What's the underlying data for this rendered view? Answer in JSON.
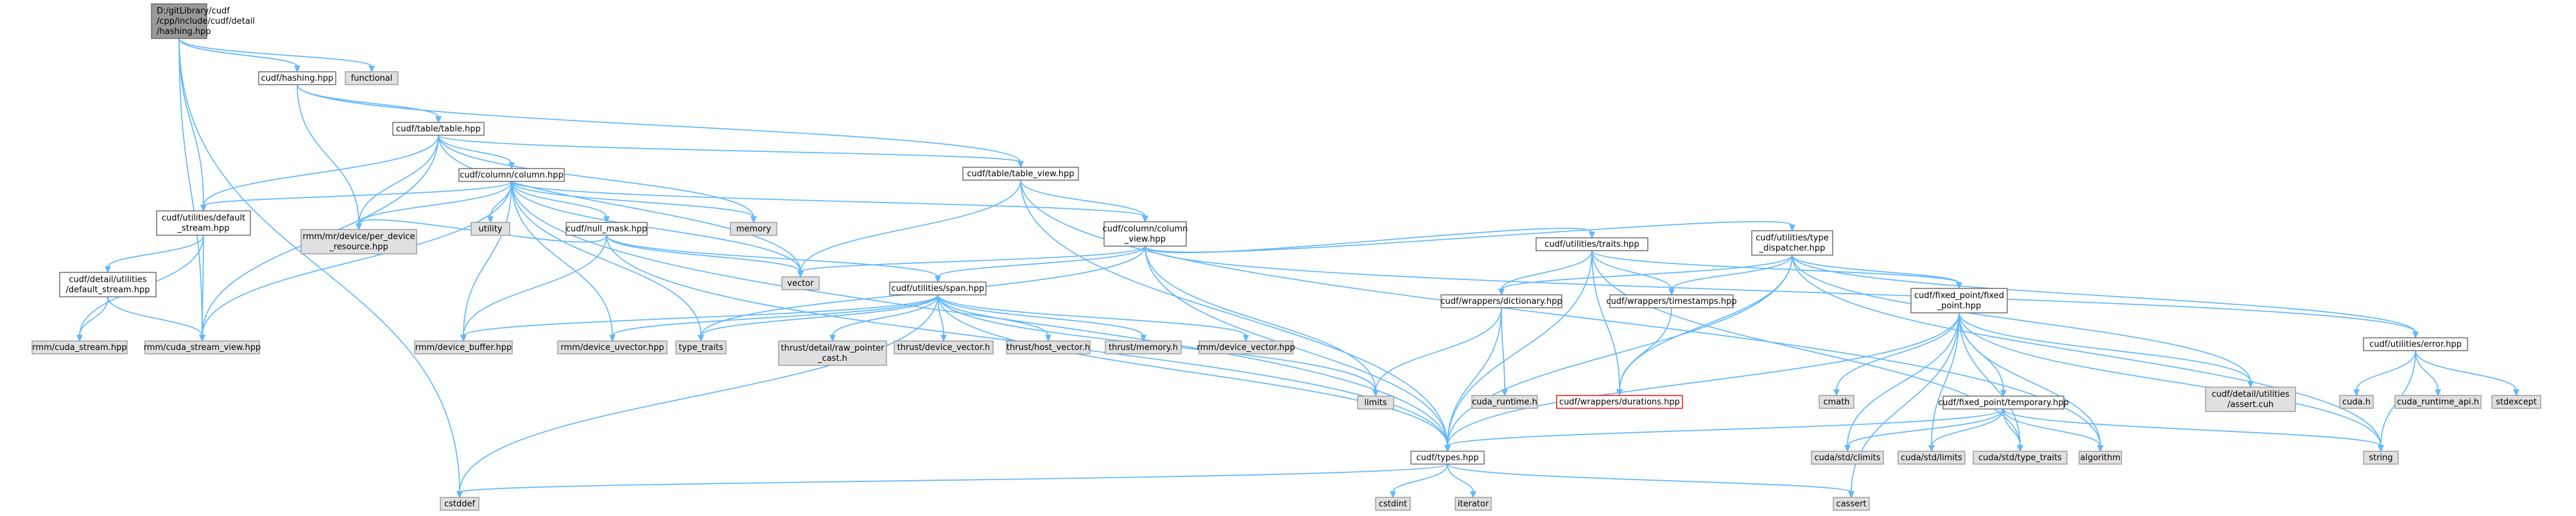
{
  "diagram": {
    "colors": {
      "edge": "#63b8ff",
      "root_fill": "#999999",
      "root_border": "#666666",
      "file_fill": "#ffffff",
      "file_border": "#666666",
      "missing_fill": "#e0e0e0",
      "missing_border": "#999999",
      "truncated_border": "#ff0000",
      "text": "#000000"
    },
    "nodes": [
      {
        "id": "root",
        "lines": [
          "D:/gitLibrary/cudf",
          "/cpp/include/cudf/detail",
          "/hashing.hpp"
        ],
        "kind": "root"
      },
      {
        "id": "hashing",
        "lines": [
          "cudf/hashing.hpp"
        ],
        "kind": "file"
      },
      {
        "id": "functional",
        "lines": [
          "functional"
        ],
        "kind": "missing"
      },
      {
        "id": "table",
        "lines": [
          "cudf/table/table.hpp"
        ],
        "kind": "file"
      },
      {
        "id": "column",
        "lines": [
          "cudf/column/column.hpp"
        ],
        "kind": "file"
      },
      {
        "id": "default_stream",
        "lines": [
          "cudf/utilities/default",
          "_stream.hpp"
        ],
        "kind": "file"
      },
      {
        "id": "detail_default_stream",
        "lines": [
          "cudf/detail/utilities",
          "/default_stream.hpp"
        ],
        "kind": "file"
      },
      {
        "id": "cuda_stream",
        "lines": [
          "rmm/cuda_stream.hpp"
        ],
        "kind": "missing"
      },
      {
        "id": "cuda_stream_view",
        "lines": [
          "rmm/cuda_stream_view.hpp"
        ],
        "kind": "missing"
      },
      {
        "id": "per_device",
        "lines": [
          "rmm/mr/device/per_device",
          "_resource.hpp"
        ],
        "kind": "missing"
      },
      {
        "id": "utility",
        "lines": [
          "utility"
        ],
        "kind": "missing"
      },
      {
        "id": "memory",
        "lines": [
          "memory"
        ],
        "kind": "missing"
      },
      {
        "id": "null_mask",
        "lines": [
          "cudf/null_mask.hpp"
        ],
        "kind": "file"
      },
      {
        "id": "vector",
        "lines": [
          "vector"
        ],
        "kind": "missing"
      },
      {
        "id": "table_view",
        "lines": [
          "cudf/table/table_view.hpp"
        ],
        "kind": "file"
      },
      {
        "id": "column_view",
        "lines": [
          "cudf/column/column",
          "_view.hpp"
        ],
        "kind": "file"
      },
      {
        "id": "span",
        "lines": [
          "cudf/utilities/span.hpp"
        ],
        "kind": "file"
      },
      {
        "id": "device_buffer",
        "lines": [
          "rmm/device_buffer.hpp"
        ],
        "kind": "missing"
      },
      {
        "id": "device_uvector",
        "lines": [
          "rmm/device_uvector.hpp"
        ],
        "kind": "missing"
      },
      {
        "id": "type_traits",
        "lines": [
          "type_traits"
        ],
        "kind": "missing"
      },
      {
        "id": "raw_pointer_cast",
        "lines": [
          "thrust/detail/raw_pointer",
          "_cast.h"
        ],
        "kind": "missing"
      },
      {
        "id": "thrust_device_vector",
        "lines": [
          "thrust/device_vector.h"
        ],
        "kind": "missing"
      },
      {
        "id": "thrust_host_vector",
        "lines": [
          "thrust/host_vector.h"
        ],
        "kind": "missing"
      },
      {
        "id": "thrust_memory",
        "lines": [
          "thrust/memory.h"
        ],
        "kind": "missing"
      },
      {
        "id": "rmm_device_vector",
        "lines": [
          "rmm/device_vector.hpp"
        ],
        "kind": "missing"
      },
      {
        "id": "traits",
        "lines": [
          "cudf/utilities/traits.hpp"
        ],
        "kind": "file"
      },
      {
        "id": "type_dispatcher",
        "lines": [
          "cudf/utilities/type",
          "_dispatcher.hpp"
        ],
        "kind": "file"
      },
      {
        "id": "dictionary",
        "lines": [
          "cudf/wrappers/dictionary.hpp"
        ],
        "kind": "file"
      },
      {
        "id": "timestamps",
        "lines": [
          "cudf/wrappers/timestamps.hpp"
        ],
        "kind": "file"
      },
      {
        "id": "fixed_point",
        "lines": [
          "cudf/fixed_point/fixed",
          "_point.hpp"
        ],
        "kind": "file"
      },
      {
        "id": "error",
        "lines": [
          "cudf/utilities/error.hpp"
        ],
        "kind": "file"
      },
      {
        "id": "limits",
        "lines": [
          "limits"
        ],
        "kind": "missing"
      },
      {
        "id": "cuda_runtime",
        "lines": [
          "cuda_runtime.h"
        ],
        "kind": "missing"
      },
      {
        "id": "durations",
        "lines": [
          "cudf/wrappers/durations.hpp"
        ],
        "kind": "truncated"
      },
      {
        "id": "cmath",
        "lines": [
          "cmath"
        ],
        "kind": "missing"
      },
      {
        "id": "temporary",
        "lines": [
          "cudf/fixed_point/temporary.hpp"
        ],
        "kind": "file"
      },
      {
        "id": "assert_cuh",
        "lines": [
          "cudf/detail/utilities",
          "/assert.cuh"
        ],
        "kind": "missing"
      },
      {
        "id": "cuda_h",
        "lines": [
          "cuda.h"
        ],
        "kind": "missing"
      },
      {
        "id": "cuda_runtime_api",
        "lines": [
          "cuda_runtime_api.h"
        ],
        "kind": "missing"
      },
      {
        "id": "stdexcept",
        "lines": [
          "stdexcept"
        ],
        "kind": "missing"
      },
      {
        "id": "types",
        "lines": [
          "cudf/types.hpp"
        ],
        "kind": "file"
      },
      {
        "id": "climits",
        "lines": [
          "cuda/std/climits"
        ],
        "kind": "missing"
      },
      {
        "id": "std_limits",
        "lines": [
          "cuda/std/limits"
        ],
        "kind": "missing"
      },
      {
        "id": "std_type_traits",
        "lines": [
          "cuda/std/type_traits"
        ],
        "kind": "missing"
      },
      {
        "id": "algorithm",
        "lines": [
          "algorithm"
        ],
        "kind": "missing"
      },
      {
        "id": "string",
        "lines": [
          "string"
        ],
        "kind": "missing"
      },
      {
        "id": "cstddef",
        "lines": [
          "cstddef"
        ],
        "kind": "missing"
      },
      {
        "id": "cstdint",
        "lines": [
          "cstdint"
        ],
        "kind": "missing"
      },
      {
        "id": "iterator",
        "lines": [
          "iterator"
        ],
        "kind": "missing"
      },
      {
        "id": "cassert",
        "lines": [
          "cassert"
        ],
        "kind": "missing"
      }
    ],
    "edges": [
      [
        "root",
        "hashing"
      ],
      [
        "root",
        "functional"
      ],
      [
        "root",
        "default_stream"
      ],
      [
        "root",
        "cuda_stream_view"
      ],
      [
        "root",
        "cstddef"
      ],
      [
        "hashing",
        "table"
      ],
      [
        "hashing",
        "table_view"
      ],
      [
        "hashing",
        "per_device"
      ],
      [
        "table",
        "column"
      ],
      [
        "table",
        "table_view"
      ],
      [
        "table",
        "default_stream"
      ],
      [
        "table",
        "per_device"
      ],
      [
        "table",
        "cuda_stream_view"
      ],
      [
        "table",
        "memory"
      ],
      [
        "table",
        "vector"
      ],
      [
        "column",
        "column_view"
      ],
      [
        "column",
        "null_mask"
      ],
      [
        "column",
        "types"
      ],
      [
        "column",
        "default_stream"
      ],
      [
        "column",
        "device_buffer"
      ],
      [
        "column",
        "device_uvector"
      ],
      [
        "column",
        "per_device"
      ],
      [
        "column",
        "cuda_stream_view"
      ],
      [
        "column",
        "memory"
      ],
      [
        "column",
        "type_traits"
      ],
      [
        "column",
        "utility"
      ],
      [
        "column",
        "vector"
      ],
      [
        "default_stream",
        "detail_default_stream"
      ],
      [
        "default_stream",
        "cuda_stream"
      ],
      [
        "default_stream",
        "cuda_stream_view"
      ],
      [
        "detail_default_stream",
        "cuda_stream"
      ],
      [
        "detail_default_stream",
        "cuda_stream_view"
      ],
      [
        "null_mask",
        "span"
      ],
      [
        "null_mask",
        "types"
      ],
      [
        "null_mask",
        "device_buffer"
      ],
      [
        "null_mask",
        "per_device"
      ],
      [
        "null_mask",
        "vector"
      ],
      [
        "table_view",
        "column_view"
      ],
      [
        "table_view",
        "types"
      ],
      [
        "table_view",
        "vector"
      ],
      [
        "table_view",
        "algorithm"
      ],
      [
        "column_view",
        "span"
      ],
      [
        "column_view",
        "types"
      ],
      [
        "column_view",
        "traits"
      ],
      [
        "column_view",
        "type_dispatcher"
      ],
      [
        "column_view",
        "error"
      ],
      [
        "column_view",
        "limits"
      ],
      [
        "column_view",
        "type_traits"
      ],
      [
        "column_view",
        "vector"
      ],
      [
        "span",
        "types"
      ],
      [
        "span",
        "device_buffer"
      ],
      [
        "span",
        "device_uvector"
      ],
      [
        "span",
        "type_traits"
      ],
      [
        "span",
        "raw_pointer_cast"
      ],
      [
        "span",
        "thrust_device_vector"
      ],
      [
        "span",
        "thrust_host_vector"
      ],
      [
        "span",
        "thrust_memory"
      ],
      [
        "span",
        "rmm_device_vector"
      ],
      [
        "span",
        "cstddef"
      ],
      [
        "span",
        "limits"
      ],
      [
        "traits",
        "types"
      ],
      [
        "traits",
        "dictionary"
      ],
      [
        "traits",
        "timestamps"
      ],
      [
        "traits",
        "durations"
      ],
      [
        "traits",
        "fixed_point"
      ],
      [
        "traits",
        "std_type_traits"
      ],
      [
        "type_dispatcher",
        "dictionary"
      ],
      [
        "type_dispatcher",
        "timestamps"
      ],
      [
        "type_dispatcher",
        "durations"
      ],
      [
        "type_dispatcher",
        "fixed_point"
      ],
      [
        "type_dispatcher",
        "error"
      ],
      [
        "type_dispatcher",
        "types"
      ],
      [
        "type_dispatcher",
        "assert_cuh"
      ],
      [
        "type_dispatcher",
        "string"
      ],
      [
        "dictionary",
        "types"
      ],
      [
        "dictionary",
        "cuda_runtime"
      ],
      [
        "dictionary",
        "limits"
      ],
      [
        "timestamps",
        "durations"
      ],
      [
        "fixed_point",
        "temporary"
      ],
      [
        "fixed_point",
        "assert_cuh"
      ],
      [
        "fixed_point",
        "types"
      ],
      [
        "fixed_point",
        "cmath"
      ],
      [
        "fixed_point",
        "climits"
      ],
      [
        "fixed_point",
        "std_limits"
      ],
      [
        "fixed_point",
        "std_type_traits"
      ],
      [
        "fixed_point",
        "algorithm"
      ],
      [
        "fixed_point",
        "cassert"
      ],
      [
        "fixed_point",
        "string"
      ],
      [
        "temporary",
        "types"
      ],
      [
        "temporary",
        "climits"
      ],
      [
        "temporary",
        "std_limits"
      ],
      [
        "temporary",
        "std_type_traits"
      ],
      [
        "temporary",
        "algorithm"
      ],
      [
        "temporary",
        "string"
      ],
      [
        "error",
        "cuda_h"
      ],
      [
        "error",
        "cuda_runtime_api"
      ],
      [
        "error",
        "stdexcept"
      ],
      [
        "error",
        "string"
      ],
      [
        "types",
        "cstddef"
      ],
      [
        "types",
        "cstdint"
      ],
      [
        "types",
        "iterator"
      ],
      [
        "types",
        "cassert"
      ]
    ]
  }
}
